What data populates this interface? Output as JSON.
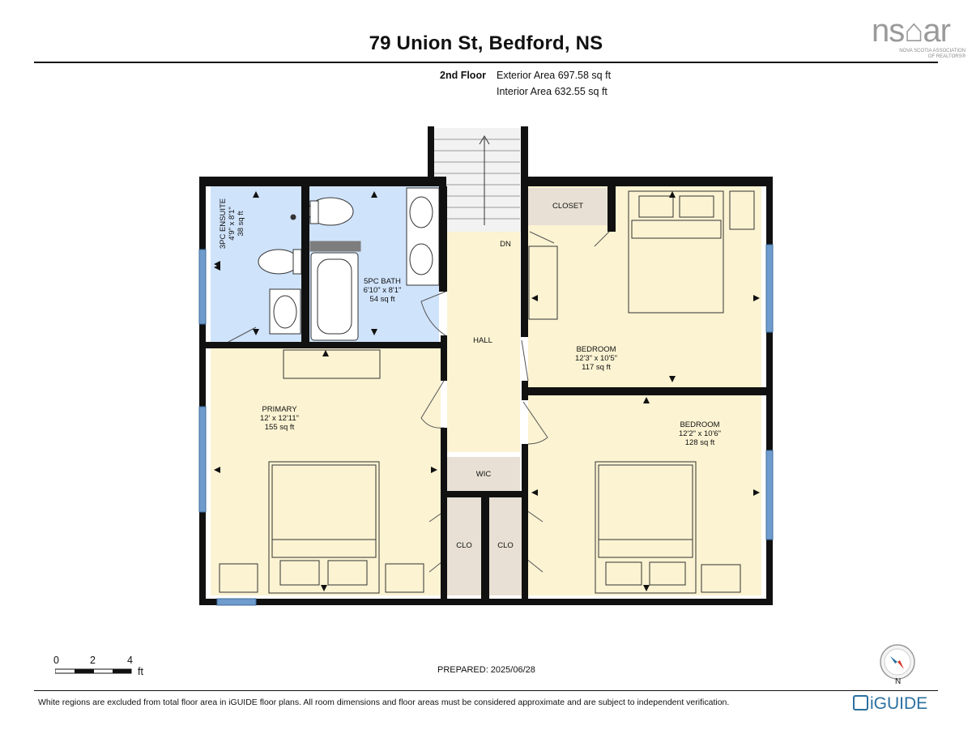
{
  "header": {
    "address": "79 Union St, Bedford, NS",
    "floor": "2nd Floor",
    "exterior_area": "Exterior Area 697.58 sq ft",
    "interior_area": "Interior Area 632.55 sq ft"
  },
  "logo": {
    "text": "ns⌂ar",
    "subtitle_1": "NOVA SCOTIA ASSOCIATION",
    "subtitle_2": "OF REALTORS®"
  },
  "rooms": {
    "ensuite": {
      "name": "3PC ENSUITE",
      "dims": "4'9\" x 8'1\"",
      "area": "38 sq ft"
    },
    "bath": {
      "name": "5PC BATH",
      "dims": "6'10\" x 8'1\"",
      "area": "54 sq ft"
    },
    "primary": {
      "name": "PRIMARY",
      "dims": "12' x 12'11\"",
      "area": "155 sq ft"
    },
    "bedroom1": {
      "name": "BEDROOM",
      "dims": "12'3\" x 10'5\"",
      "area": "117 sq ft"
    },
    "bedroom2": {
      "name": "BEDROOM",
      "dims": "12'2\" x 10'6\"",
      "area": "128 sq ft"
    },
    "hall": {
      "name": "HALL"
    },
    "closet": {
      "name": "CLOSET"
    },
    "wic": {
      "name": "WIC"
    },
    "clo1": {
      "name": "CLO"
    },
    "clo2": {
      "name": "CLO"
    },
    "stairs": {
      "label": "DN"
    }
  },
  "scale": {
    "ticks": [
      "0",
      "2",
      "4"
    ],
    "unit": "ft"
  },
  "prepared": "PREPARED: 2025/06/28",
  "disclaimer": "White regions are excluded from total floor area in iGUIDE floor plans. All room dimensions and floor areas must be considered approximate and are subject to independent verification.",
  "compass": {
    "label": "N"
  },
  "brand": {
    "name": "iGUIDE"
  },
  "colors": {
    "bedroom_fill": "#fbf3d2",
    "bath_fill": "#cfe3fb",
    "closet_fill": "#e8e0d4",
    "wall": "#111111",
    "window": "#6f9ccc",
    "brand_blue": "#2a6fa0"
  }
}
